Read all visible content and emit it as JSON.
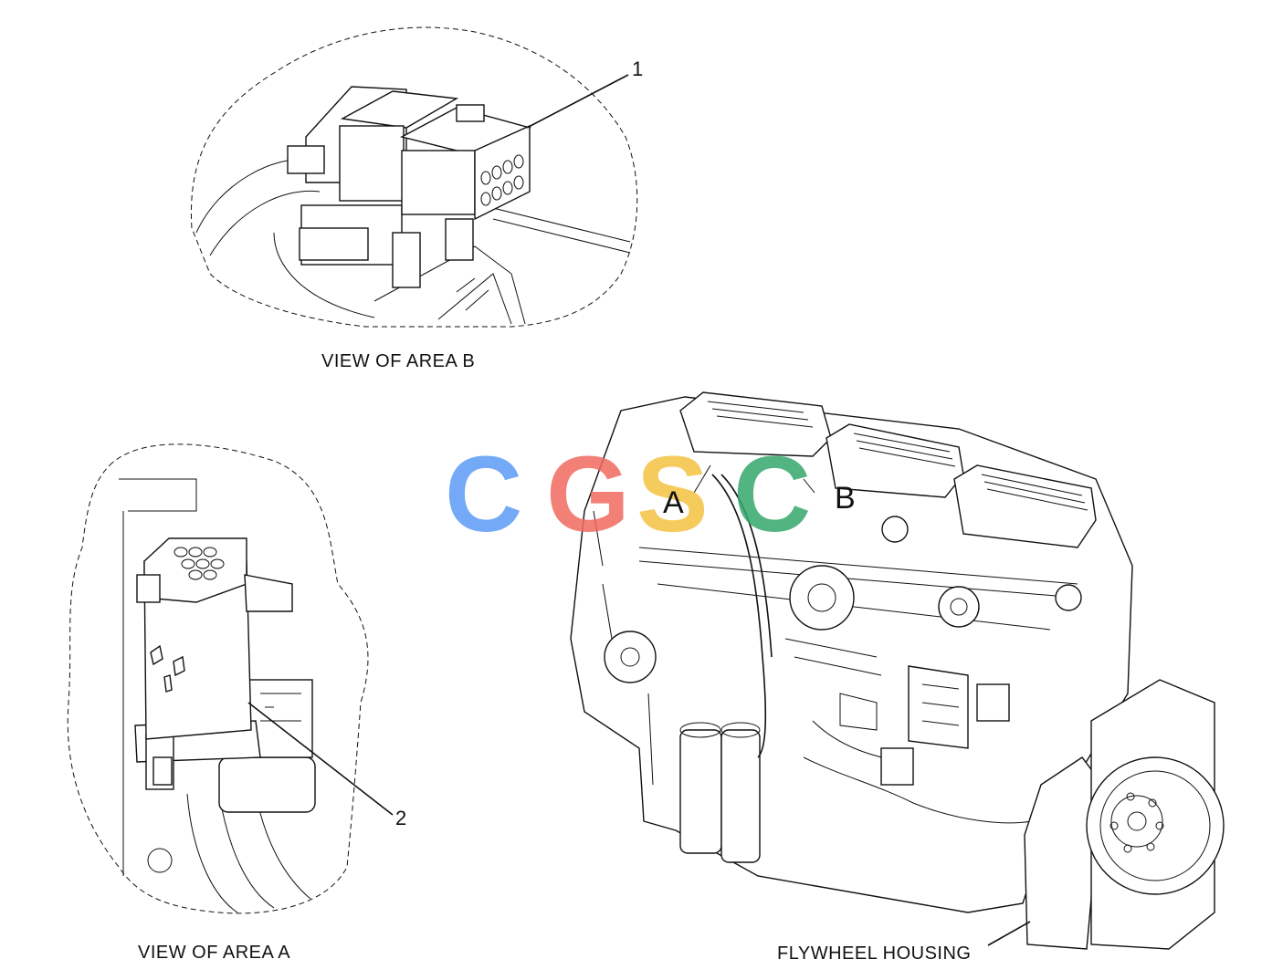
{
  "captions": {
    "view_b": "VIEW OF AREA  B",
    "view_a": "VIEW OF AREA  A",
    "flywheel": "FLYWHEEL HOUSING"
  },
  "callouts": {
    "item1": "1",
    "item2": "2",
    "area_a": "A",
    "area_b": "B"
  },
  "watermark": {
    "letters": [
      "C",
      "G",
      "S",
      "C"
    ],
    "colors": [
      "#5b9bf5",
      "#f06b5f",
      "#f5c242",
      "#34a86a"
    ]
  }
}
